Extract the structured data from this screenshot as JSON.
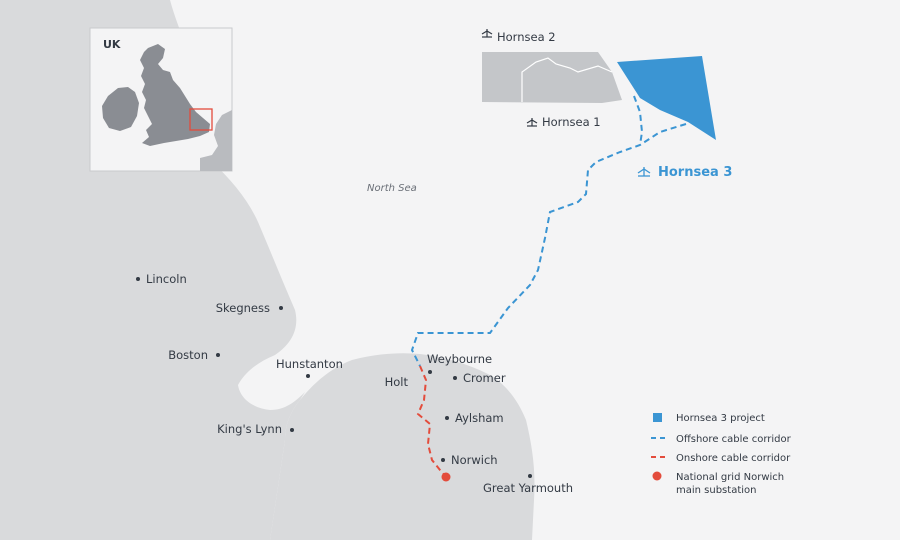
{
  "inset": {
    "title": "UK"
  },
  "sea_label": "North Sea",
  "wind_farms": {
    "hornsea2": "Hornsea 2",
    "hornsea1": "Hornsea 1",
    "hornsea3": "Hornsea 3"
  },
  "towns": {
    "lincoln": "Lincoln",
    "skegness": "Skegness",
    "boston": "Boston",
    "hunstanton": "Hunstanton",
    "kings_lynn": "King's Lynn",
    "weybourne": "Weybourne",
    "holt": "Holt",
    "cromer": "Cromer",
    "aylsham": "Aylsham",
    "norwich": "Norwich",
    "great_yarmouth": "Great Yarmouth"
  },
  "legend": {
    "project": "Hornsea 3 project",
    "offshore": "Offshore cable corridor",
    "onshore": "Onshore cable corridor",
    "substation_line1": "National grid Norwich",
    "substation_line2": "main substation"
  },
  "colors": {
    "sea": "#f4f4f5",
    "land": "#d9dadc",
    "project_blue": "#3b95d3",
    "onshore_red": "#e34c3c",
    "existing_farm_gray": "#c4c6c9",
    "text": "#333a44"
  },
  "icons": {
    "wind_turbine": "wind-turbine-icon"
  }
}
